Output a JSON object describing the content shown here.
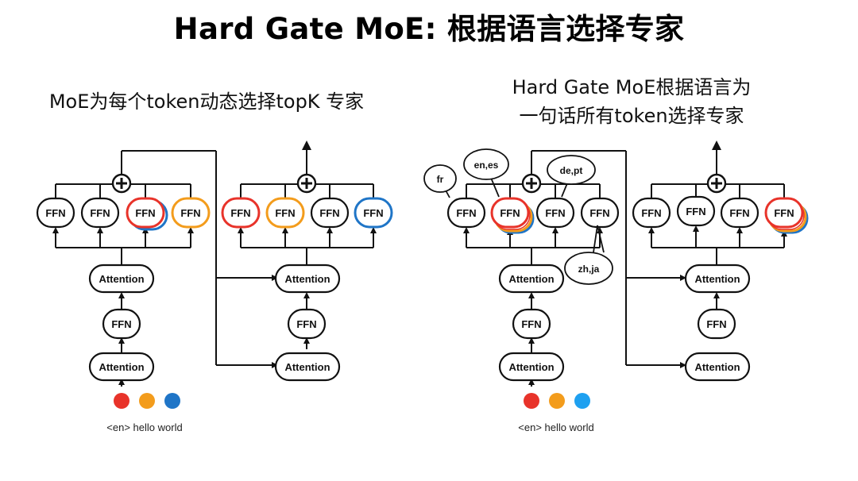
{
  "title": "Hard Gate MoE: 根据语言选择专家",
  "left": {
    "caption": "MoE为每个token动态选择topK 专家",
    "input_text": "<en> hello world"
  },
  "right": {
    "caption_line1": "Hard Gate MoE根据语言为",
    "caption_line2": "一句话所有token选择专家",
    "input_text": "<en> hello world",
    "callouts": [
      "fr",
      "en,es",
      "de,pt",
      "zh,ja"
    ]
  },
  "labels": {
    "ffn": "FFN",
    "attention": "Attention",
    "sum": "+"
  },
  "colors": {
    "red": "#e8332a",
    "orange": "#f39c1c",
    "blue": "#1f75c7",
    "light_blue": "#1ea0f0",
    "black": "#111111"
  }
}
